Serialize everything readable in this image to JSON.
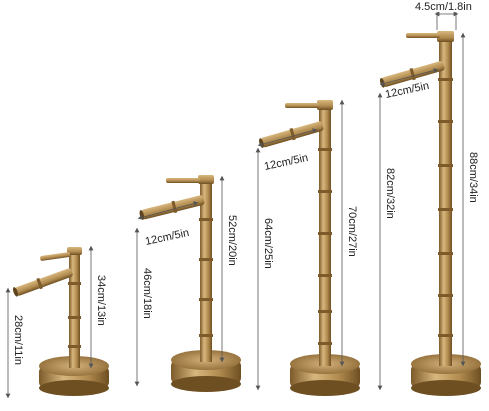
{
  "colors": {
    "brass": "#b08a4e",
    "brass_dark": "#7c5a2a",
    "brass_light": "#d8b77e",
    "dimension_line": "#555555",
    "text": "#222222",
    "background": "#ffffff"
  },
  "faucets": [
    {
      "name": "faucet-small",
      "labels": {
        "total_height": "34cm/13in",
        "spout_height": "28cm/11in"
      }
    },
    {
      "name": "faucet-medium",
      "labels": {
        "spout_length": "12cm/5in",
        "total_height": "52cm/20in",
        "spout_height": "46cm/18in"
      }
    },
    {
      "name": "faucet-large",
      "labels": {
        "spout_length": "12cm/5in",
        "total_height": "70cm/27in",
        "spout_height": "64cm/25in"
      }
    },
    {
      "name": "faucet-xlarge",
      "labels": {
        "diameter": "4.5cm/1.8in",
        "spout_length": "12cm/5in",
        "total_height": "88cm/34in",
        "spout_height": "82cm/32in"
      }
    }
  ]
}
